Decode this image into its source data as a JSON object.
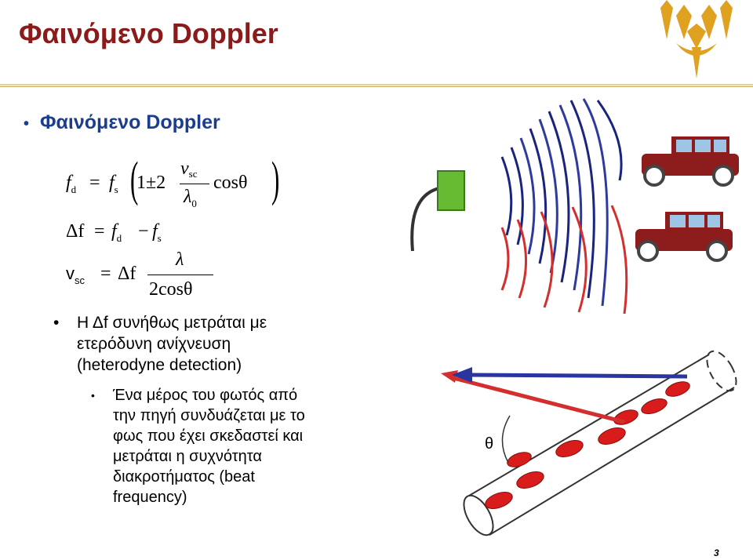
{
  "slide": {
    "title": "Φαινόμενο Doppler",
    "bullet1": "Φαινόμενο Doppler",
    "bullet2_lines": [
      "Η Δf συνήθως μετράται με",
      "ετερόδυνη ανίχνευση",
      "(heterodyne detection)"
    ],
    "bullet3_lines": [
      "Ένα μέρος του φωτός από",
      "την πηγή συνδυάζεται με το",
      "φως που έχει σκεδαστεί και",
      "μετράται η συχνότητα",
      "διακροτήματος (beat",
      "frequency)"
    ],
    "page_number": "3",
    "theta_label": "θ"
  },
  "equations": {
    "eq1": {
      "fd": "f",
      "fd_sub": "d",
      "eq": "=",
      "fs": "f",
      "fs_sub": "s",
      "one_pm_two": "1±2",
      "v": "v",
      "v_sub": "sc",
      "lambda0": "λ",
      "lambda0_sub": "0",
      "cos": "cosθ"
    },
    "eq2": {
      "delta_f": "Δf",
      "eq": "=",
      "fd": "f",
      "fd_sub": "d",
      "minus": "−",
      "fs": "f",
      "fs_sub": "s"
    },
    "eq3": {
      "v": "v",
      "v_sub": "sc",
      "eq": "=",
      "delta_f": "Δf",
      "lambda": "λ",
      "den": "2cosθ"
    }
  },
  "colors": {
    "title": "#8B1A1A",
    "bullet": "#1a3d8f",
    "blue_waves": "#1a237e",
    "red_waves": "#d32f2f",
    "sensor": "#66bb33",
    "logo": "#e0a020"
  }
}
